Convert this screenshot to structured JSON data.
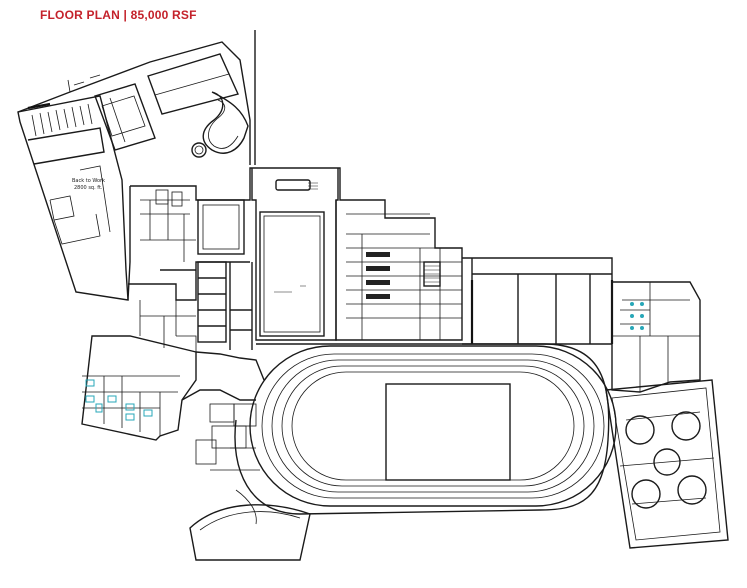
{
  "header": {
    "title": "FLOOR PLAN | 85,000 RSF"
  },
  "rooms": {
    "back_to_work_name": "Back to Work",
    "back_to_work_area": "2800 sq. ft."
  },
  "colors": {
    "title": "#c4222b",
    "linework": "#1a1a1a",
    "fixtures": "#27a7b8"
  }
}
